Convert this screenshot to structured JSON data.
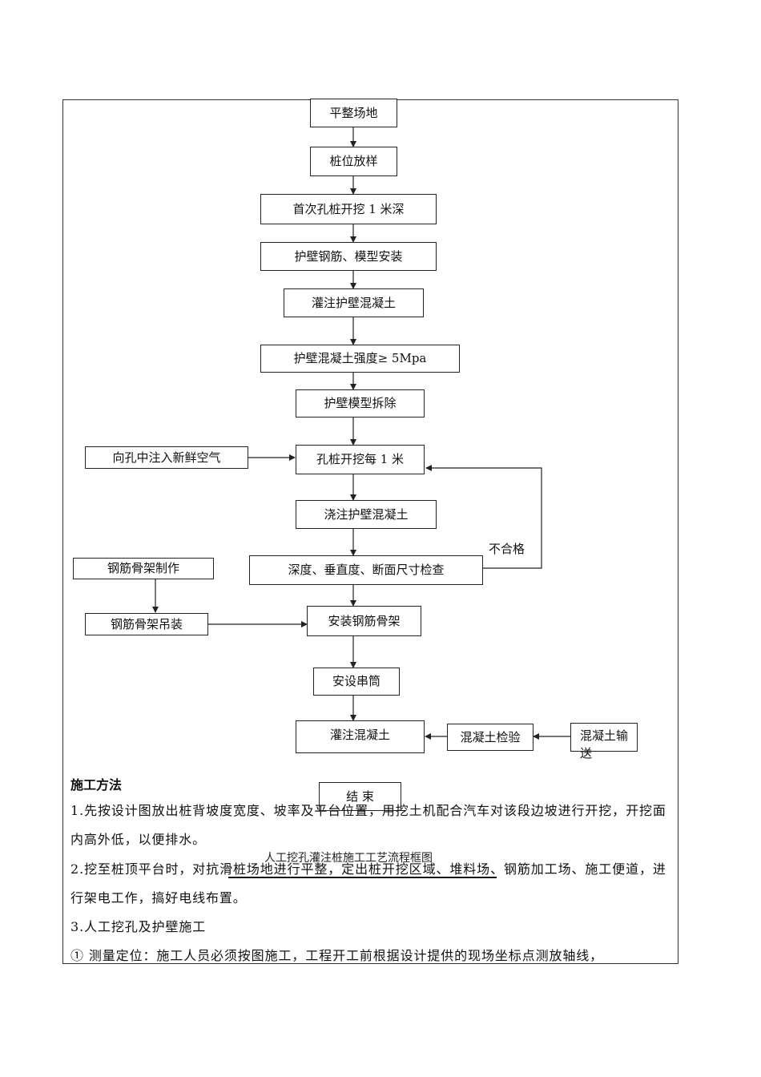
{
  "flowchart": {
    "caption": "人工挖孔灌注桩施工工艺流程框图",
    "steps": {
      "s1": "平整场地",
      "s2": "桩位放样",
      "s3": "首次孔桩开挖 1 米深",
      "s4": "护壁钢筋、模型安装",
      "s5": "灌注护壁混凝土",
      "s6": "护壁混凝土强度≥ 5Mpa",
      "s7": "护壁模型拆除",
      "s8": "孔桩开挖每 1 米",
      "s9": "浇注护壁混凝土",
      "s10": "深度、垂直度、断面尺寸检查",
      "s11": "安装钢筋骨架",
      "s12": "安设串筒",
      "s13": "灌注混凝土",
      "s14": "结 束",
      "side_air": "向孔中注入新鲜空气",
      "side_cage_make": "钢筋骨架制作",
      "side_cage_lift": "钢筋骨架吊装",
      "side_test": "混凝土检验",
      "side_transport": "混凝土输送"
    },
    "fail_label": "不合格"
  },
  "method": {
    "heading": "施工方法",
    "p1": "1.先按设计图放出桩背坡度宽度、坡率及平台位置，用挖土机配合汽车对该段边坡进行开挖，开挖面内高外低，以便排水。",
    "p2": "2.挖至桩顶平台时，对抗滑桩场地进行平整，定出桩开挖区域、堆料场、钢筋加工场、施工便道，进行架电工作，搞好电线布置。",
    "p3": "3.人工挖孔及护壁施工",
    "p4": "① 测量定位：施工人员必须按图施工，工程开工前根据设计提供的现场坐标点测放轴线，"
  }
}
